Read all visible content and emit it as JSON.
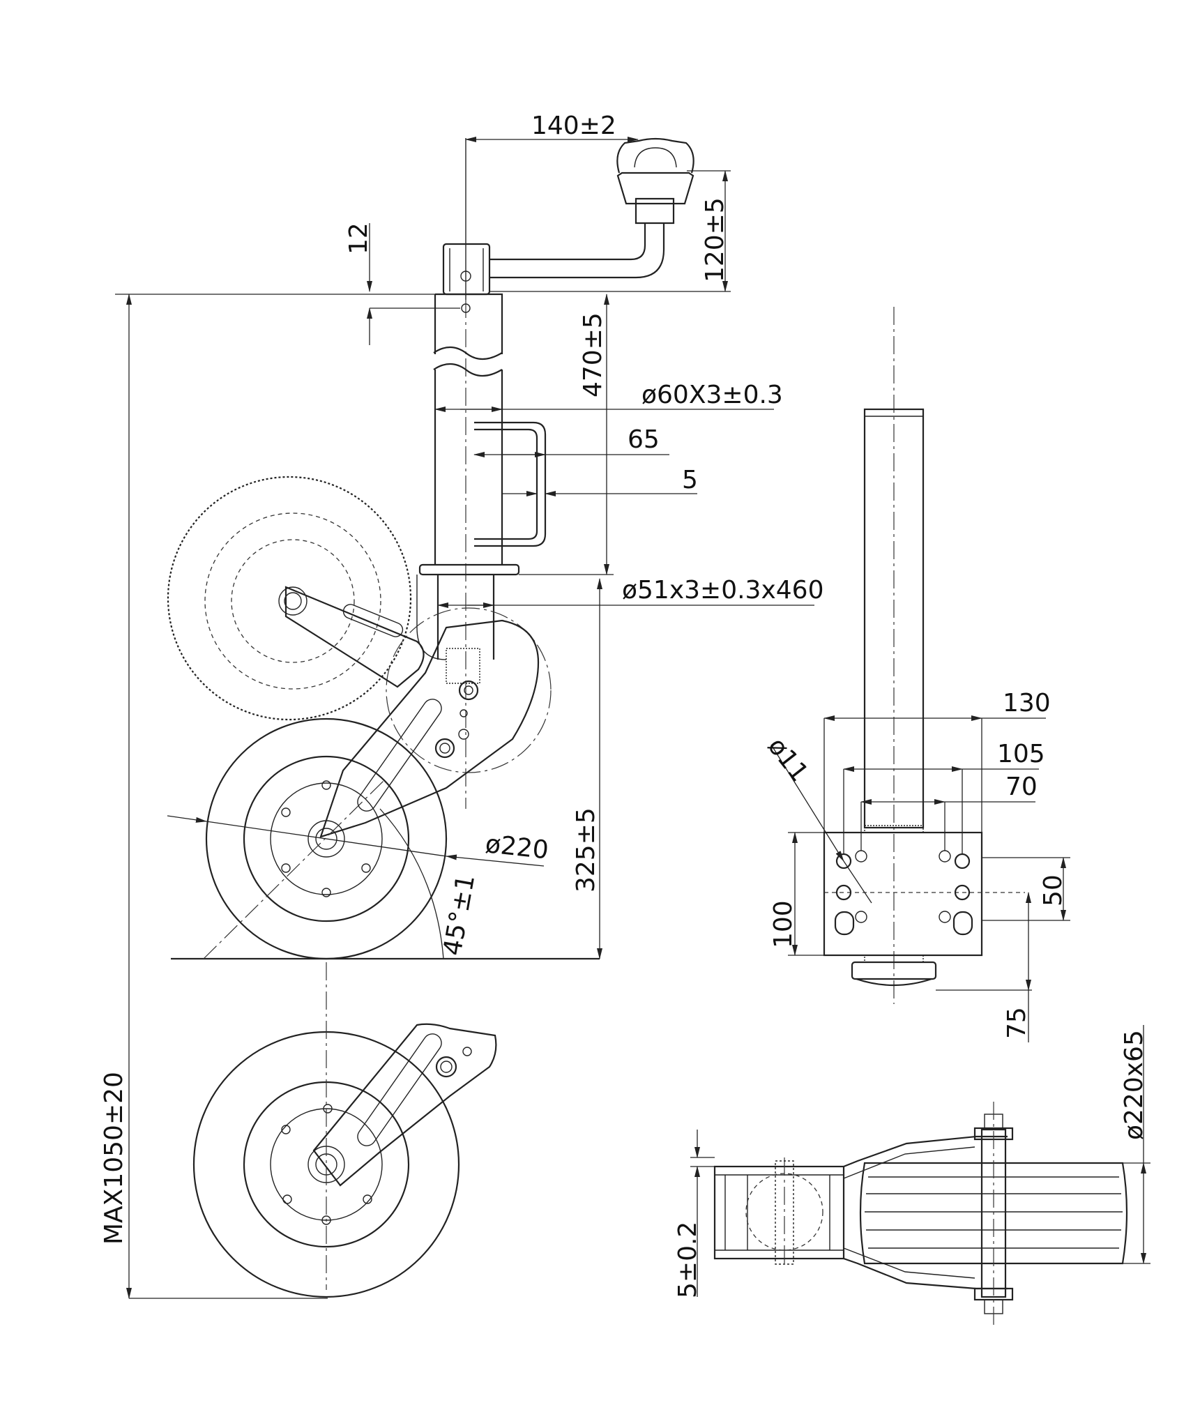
{
  "dimensions": {
    "handle_offset": "140±2",
    "handle_height": "120±5",
    "top_gap": "12",
    "tube_length": "470±5",
    "outer_tube": "ø60X3±0.3",
    "clamp_width": "65",
    "clamp_gap": "5",
    "inner_tube": "ø51x3±0.3x460",
    "wheel_diameter": "ø220",
    "wheel_travel": "325±5",
    "swing_angle": "45°±1",
    "max_height": "MAX1050±20",
    "plate_width": "130",
    "hole_spacing_outer": "105",
    "hole_spacing_inner": "70",
    "hole_diameter": "ø11",
    "hole_vertical": "50",
    "plate_height": "100",
    "bottom_offset": "75",
    "tyre_size": "ø220x65",
    "tyre_clearance": "5±0.2"
  }
}
